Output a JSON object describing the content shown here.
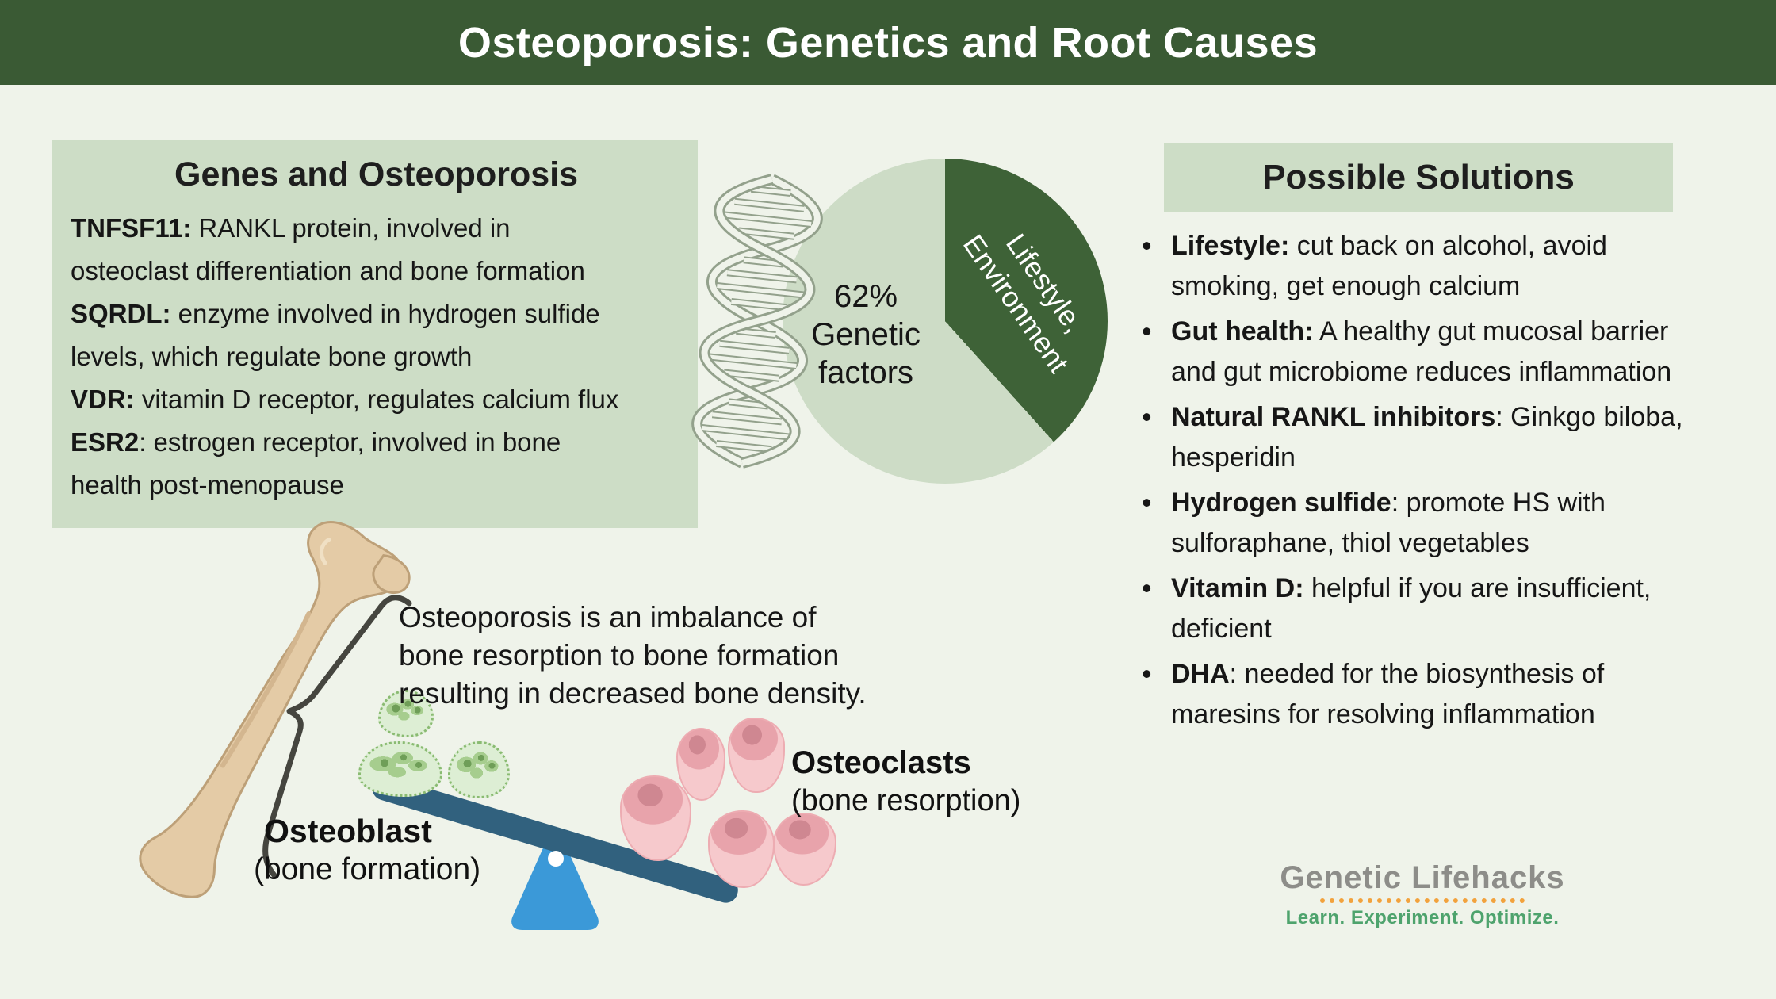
{
  "header": {
    "title": "Osteoporosis: Genetics and Root Causes"
  },
  "genes_box": {
    "title": "Genes and Osteoporosis",
    "lines": [
      {
        "b": "TNFSF11:",
        "t": " RANKL protein, involved in"
      },
      {
        "b": "",
        "t": "osteoclast differentiation and bone formation"
      },
      {
        "b": "SQRDL:",
        "t": " enzyme involved in hydrogen sulfide"
      },
      {
        "b": "",
        "t": "levels, which regulate bone growth"
      },
      {
        "b": "VDR:",
        "t": " vitamin D receptor, regulates calcium flux"
      },
      {
        "b": "ESR2",
        "t": ": estrogen receptor, involved in bone"
      },
      {
        "b": "",
        "t": "health post-menopause"
      }
    ]
  },
  "pie": {
    "center_label": {
      "line1": "62%",
      "line2": "Genetic",
      "line3": "factors"
    },
    "slice_label": {
      "line1": "Lifestyle,",
      "line2": "Environment"
    }
  },
  "chart_data": {
    "type": "pie",
    "title": "Heritability of osteoporosis",
    "unit": "%",
    "start_angle_deg": 0,
    "direction": "clockwise",
    "slices": [
      {
        "label": "Genetic factors",
        "value": 62,
        "color": "#cddcc6",
        "label_color": "#161616"
      },
      {
        "label": "Lifestyle, Environment",
        "value": 38,
        "color": "#3e6237",
        "label_color": "#ffffff"
      }
    ],
    "legend_position": "none"
  },
  "solutions": {
    "title": "Possible Solutions",
    "items": [
      {
        "b": "Lifestyle:",
        "t1": " cut back on alcohol, avoid",
        "t2": "smoking, get enough calcium"
      },
      {
        "b": "Gut health:",
        "t1": " A healthy gut mucosal barrier",
        "t2": "and gut microbiome reduces inflammation"
      },
      {
        "b": "Natural RANKL inhibitors",
        "t1": ": Ginkgo biloba,",
        "t2": "hesperidin"
      },
      {
        "b": "Hydrogen sulfide",
        "t1": ": promote HS with",
        "t2": "sulforaphane, thiol vegetables"
      },
      {
        "b": "Vitamin D:",
        "t1": " helpful if you are insufficient,",
        "t2": "deficient"
      },
      {
        "b": "DHA",
        "t1": ": needed for the biosynthesis of",
        "t2": "maresins for resolving inflammation"
      }
    ]
  },
  "imbalance": {
    "lines": [
      "Osteoporosis is an imbalance of",
      "bone resorption to bone formation",
      "resulting in decreased bone density."
    ]
  },
  "seesaw": {
    "osteoblast": {
      "title": "Osteoblast",
      "subtitle": "(bone formation)"
    },
    "osteoclast": {
      "title": "Osteoclasts",
      "subtitle": "(bone resorption)"
    }
  },
  "logo": {
    "name": "Genetic Lifehacks",
    "tagline": "Learn. Experiment. Optimize."
  },
  "colors": {
    "header_green": "#3a5a34",
    "panel_green": "#cdddc6",
    "pie_dark_green": "#3e6237",
    "pie_light_green": "#cddcc6",
    "background": "#eff3ea",
    "plank_blue": "#31617e",
    "fulcrum_blue": "#3b99d8",
    "osteoblast_green": "#ddeed4",
    "osteoclast_pink": "#f6c9cc",
    "bone_tan": "#e4cba6",
    "logo_gray": "#8d8d89",
    "logo_green": "#4ea36d",
    "logo_orange": "#f2a23d"
  }
}
